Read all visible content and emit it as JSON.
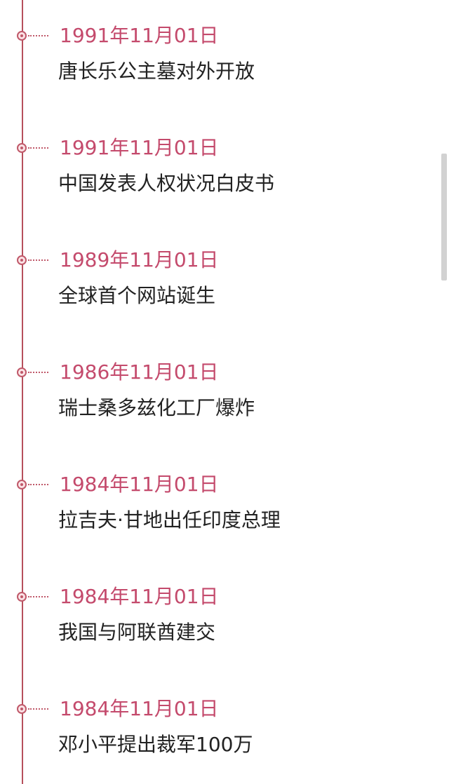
{
  "timeline": {
    "events": [
      {
        "date": "1991年11月01日",
        "title": "唐长乐公主墓对外开放"
      },
      {
        "date": "1991年11月01日",
        "title": "中国发表人权状况白皮书"
      },
      {
        "date": "1989年11月01日",
        "title": "全球首个网站诞生"
      },
      {
        "date": "1986年11月01日",
        "title": "瑞士桑多兹化工厂爆炸"
      },
      {
        "date": "1984年11月01日",
        "title": "拉吉夫·甘地出任印度总理"
      },
      {
        "date": "1984年11月01日",
        "title": "我国与阿联酋建交"
      },
      {
        "date": "1984年11月01日",
        "title": "邓小平提出裁军100万"
      }
    ]
  },
  "colors": {
    "accent": "#c44a6c",
    "line": "#b7505c",
    "text": "#222222"
  }
}
